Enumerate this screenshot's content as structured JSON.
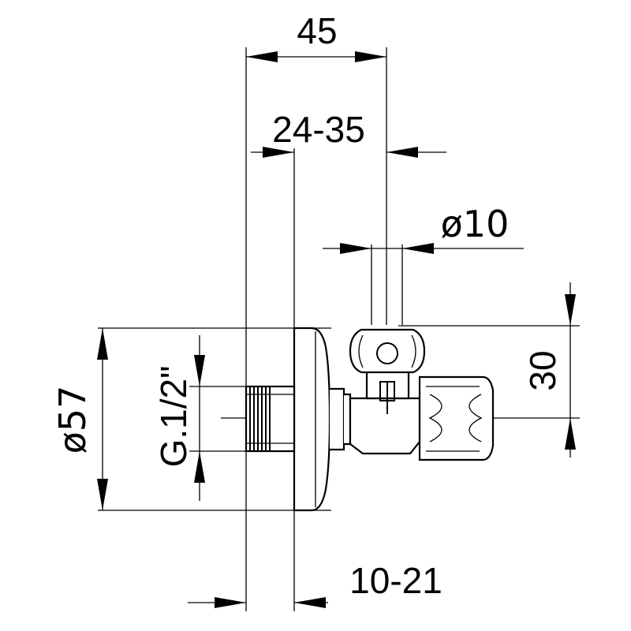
{
  "dimensions": {
    "overall_depth": "45",
    "adjust_range": "24-35",
    "outlet_diameter": "ø10",
    "outlet_height": "30",
    "rosette_diameter": "ø57",
    "thread": "G.1/2\"",
    "wall_offset": "10-21"
  },
  "colors": {
    "line": "#000000",
    "background": "#ffffff"
  }
}
